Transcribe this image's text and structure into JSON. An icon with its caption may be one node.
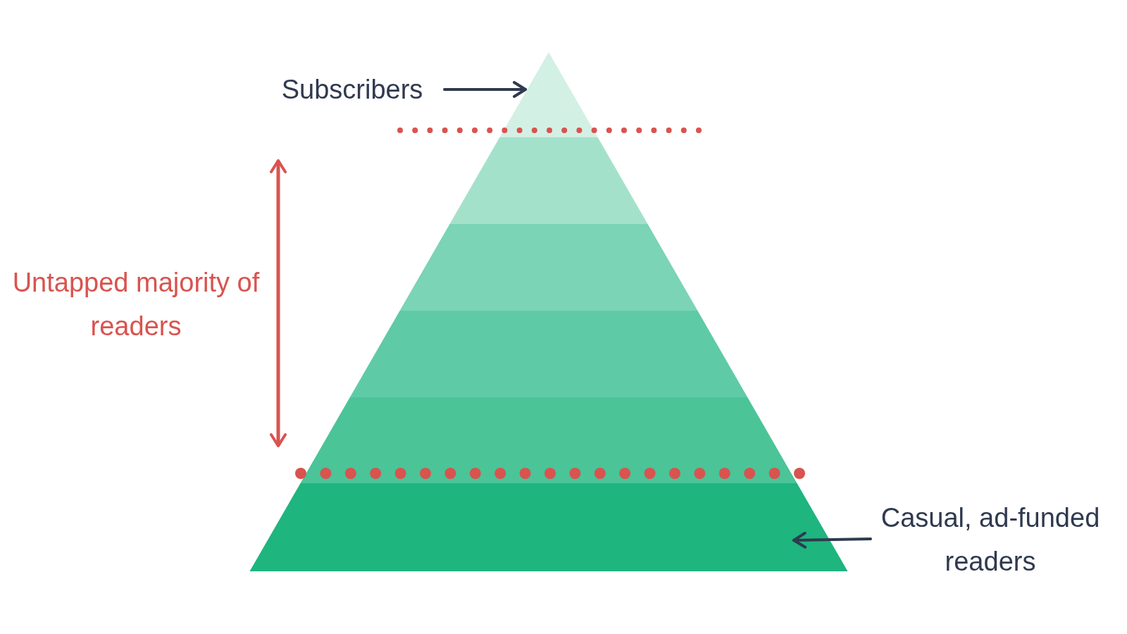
{
  "diagram": {
    "nodes": [
      {
        "text": [
          "Subscribers"
        ]
      },
      {
        "text": [],
        "shape": "triangle"
      },
      {
        "text": [],
        "shape": "band"
      },
      {
        "text": [],
        "shape": "band"
      },
      {
        "text": [],
        "shape": "band"
      },
      {
        "text": [],
        "shape": "band"
      },
      {
        "text": [],
        "shape": "band"
      },
      {
        "text": [
          "Casual, ad-funded readers"
        ]
      }
    ],
    "edges": [
      {
        "from": 0,
        "to": 1,
        "arrow": "to"
      },
      {
        "from": 7,
        "to": 6,
        "arrow": "to"
      }
    ],
    "labels": [
      "Untapped majority of readers"
    ]
  }
}
